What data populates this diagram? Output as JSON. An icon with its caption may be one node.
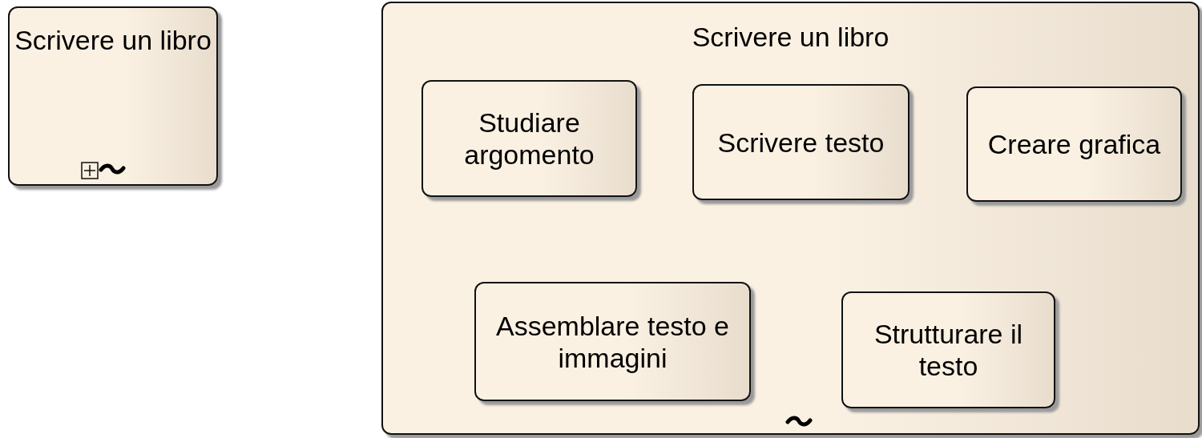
{
  "diagram": {
    "nodes": [
      {
        "text": [
          "Scrivere un libro"
        ]
      },
      {
        "text": [
          "Scrivere un libro"
        ]
      },
      {
        "text": [
          "Studiare argomento"
        ],
        "in": 1
      },
      {
        "text": [
          "Scrivere testo"
        ],
        "in": 1
      },
      {
        "text": [
          "Creare grafica"
        ],
        "in": 1
      },
      {
        "text": [
          "Assemblare testo e immagini"
        ],
        "in": 1
      },
      {
        "text": [
          "Strutturare il testo"
        ],
        "in": 1
      }
    ]
  }
}
